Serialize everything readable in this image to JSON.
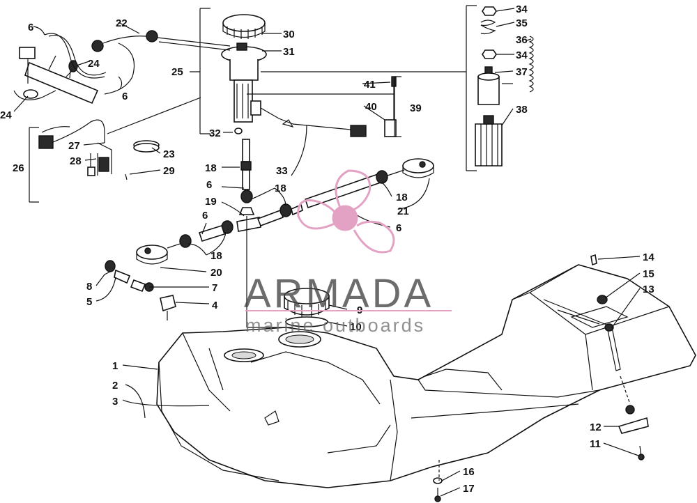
{
  "diagram": {
    "type": "exploded-parts-diagram",
    "callouts": [
      "1",
      "2",
      "3",
      "4",
      "5",
      "6",
      "7",
      "8",
      "9",
      "10",
      "11",
      "12",
      "13",
      "14",
      "15",
      "16",
      "17",
      "18",
      "19",
      "20",
      "21",
      "22",
      "23",
      "24",
      "25",
      "26",
      "27",
      "28",
      "29",
      "30",
      "31",
      "32",
      "33",
      "34",
      "35",
      "36",
      "37",
      "38",
      "39",
      "40",
      "41"
    ]
  },
  "watermark": {
    "brand": "ARMADA",
    "tagline": "marine outboards",
    "logo_icon": "propeller-icon",
    "color": "#e3a2c4"
  }
}
